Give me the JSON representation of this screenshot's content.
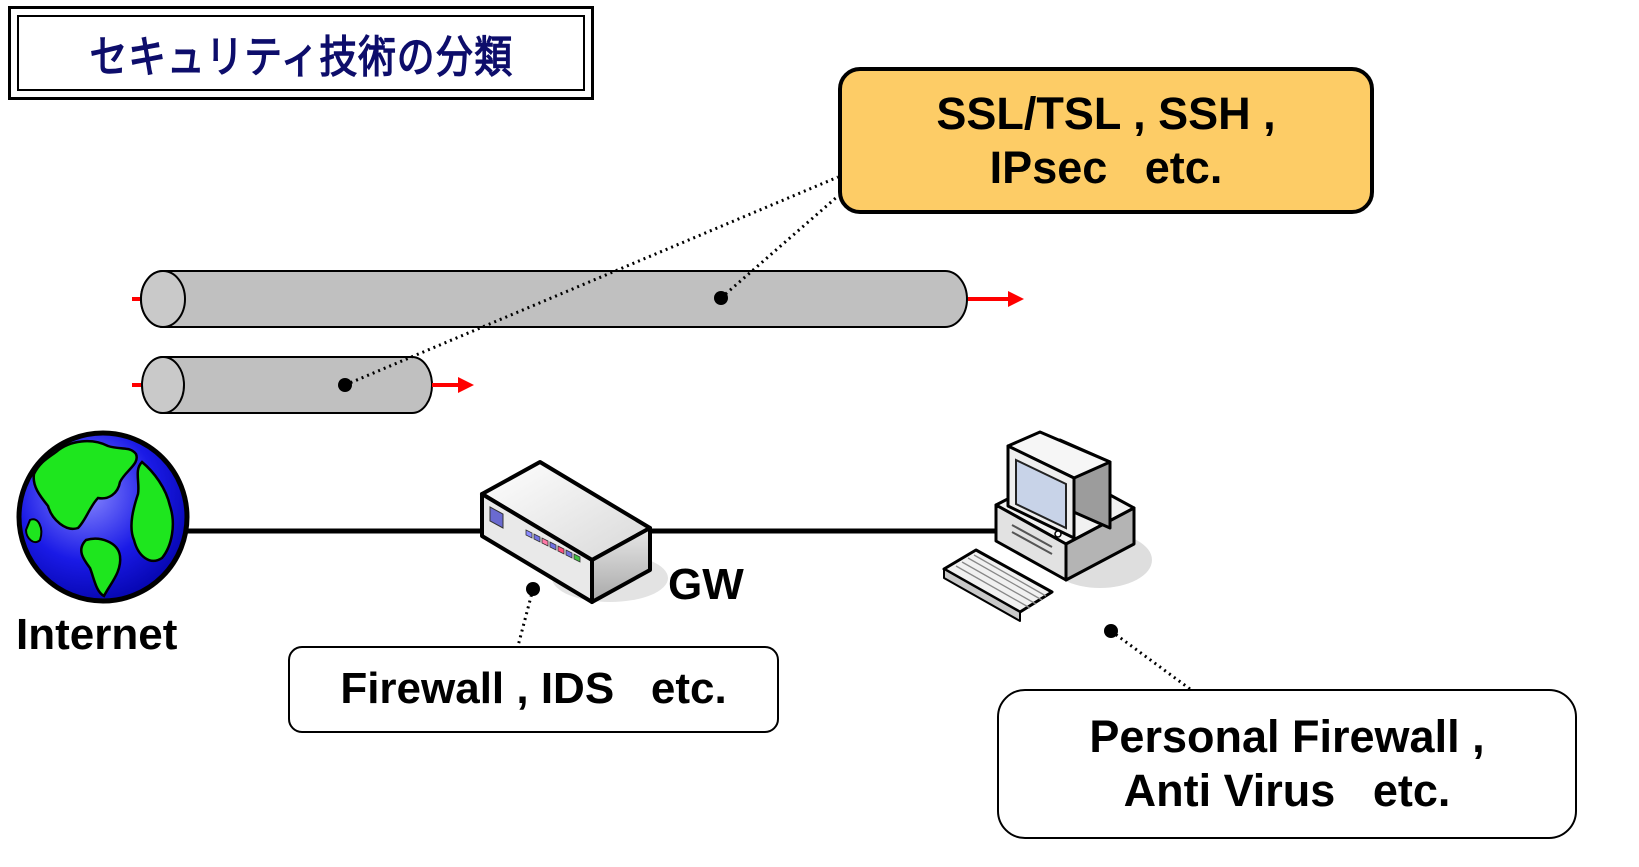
{
  "title": "セキュリティ技術の分類",
  "callouts": {
    "tunnel": {
      "line1": "SSL/TSL , SSH ,",
      "line2": "IPsec   etc."
    },
    "firewall": {
      "text": "Firewall , IDS   etc."
    },
    "pc": {
      "line1": "Personal Firewall ,",
      "line2": "Anti Virus   etc."
    }
  },
  "labels": {
    "internet": "Internet",
    "gw": "GW"
  },
  "icons": {
    "globe": "globe-icon",
    "gateway": "network-appliance-icon",
    "pc": "desktop-computer-icon",
    "tunnel": "cylinder-pipe-icon"
  },
  "colors": {
    "title_text": "#0d0d6b",
    "tunnel_callout_fill": "#fdcc66",
    "tunnel_fill": "#c0c0c0",
    "arrow": "#ff0000",
    "ocean": "#1414e6",
    "land": "#1ee61e"
  }
}
